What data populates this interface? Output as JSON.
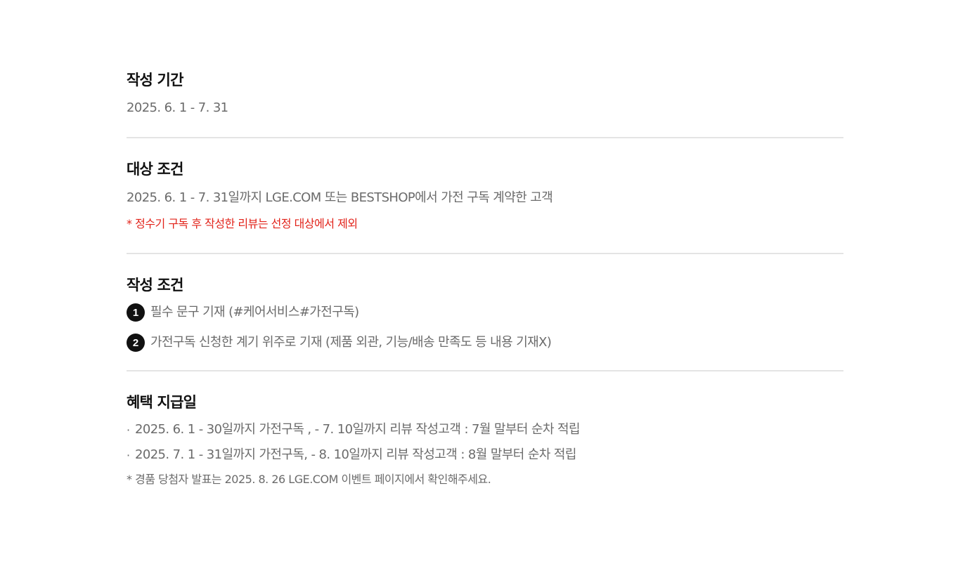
{
  "sections": {
    "period": {
      "title": "작성 기간",
      "value": "2025. 6. 1 - 7. 31"
    },
    "target": {
      "title": "대상 조건",
      "value": "2025. 6. 1 - 7. 31일까지 LGE.COM 또는 BESTSHOP에서 가전 구독 계약한 고객",
      "note": "* 정수기 구독 후 작성한 리뷰는 선정 대상에서 제외"
    },
    "writing": {
      "title": "작성 조건",
      "items": [
        {
          "number": "1",
          "text": "필수 문구 기재 (#케어서비스#가전구독)"
        },
        {
          "number": "2",
          "text": "가전구독 신청한 계기 위주로 기재 (제품 외관, 기능/배송 만족도 등 내용 기재X)"
        }
      ]
    },
    "benefit": {
      "title": "혜택 지급일",
      "bullet": "·",
      "items": [
        "2025. 6. 1 - 30일까지 가전구독 , - 7. 10일까지 리뷰 작성고객 : 7월 말부터 순차 적립",
        "2025. 7. 1 - 31일까지 가전구독, - 8. 10일까지 리뷰 작성고객 : 8월 말부터 순차 적립"
      ],
      "note": "* 경품 당첨자 발표는 2025. 8. 26 LGE.COM 이벤트 페이지에서 확인해주세요."
    }
  },
  "colors": {
    "title": "#111111",
    "body": "#6b6b6b",
    "warning": "#e2231a",
    "divider": "#e4e4e4",
    "badge": "#111111"
  }
}
